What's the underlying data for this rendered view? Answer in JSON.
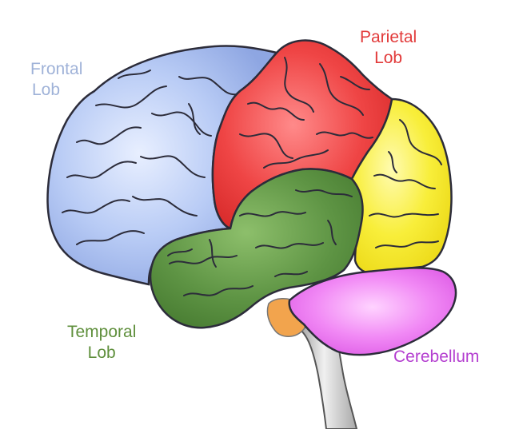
{
  "labels": {
    "frontal": [
      "Frontal",
      "Lob"
    ],
    "parietal": [
      "Parietal",
      "Lob"
    ],
    "temporal": [
      "Temporal",
      "Lob"
    ],
    "cerebellum": "Cerebellum"
  },
  "regions": [
    {
      "name": "frontal-lobe",
      "color": "#aabff0"
    },
    {
      "name": "parietal-lobe",
      "color": "#ef4343"
    },
    {
      "name": "occipital-lobe",
      "color": "#f6ec36"
    },
    {
      "name": "temporal-lobe",
      "color": "#5a9140"
    },
    {
      "name": "cerebellum",
      "color": "#ea6cf0"
    },
    {
      "name": "brain-stem",
      "color": "#c9c9c9"
    }
  ]
}
